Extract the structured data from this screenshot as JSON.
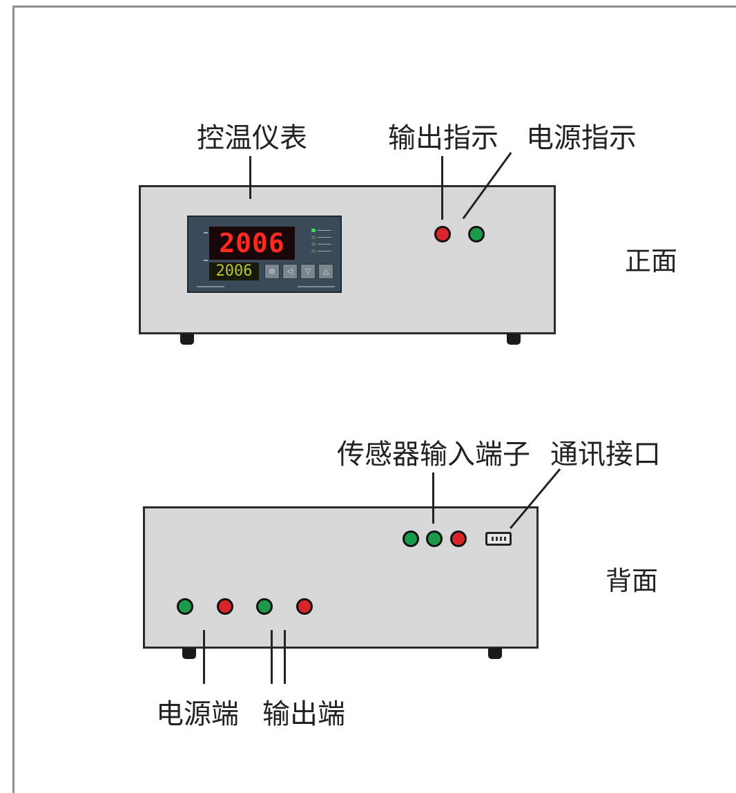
{
  "front": {
    "meter_label": "控温仪表",
    "output_indicator_label": "输出指示",
    "power_indicator_label": "电源指示",
    "side_label": "正面",
    "pv_value": "2006",
    "sv_value": "2006"
  },
  "back": {
    "sensor_input_label": "传感器输入端子",
    "comm_port_label": "通讯接口",
    "side_label": "背面",
    "power_terminal_label": "电源端",
    "output_terminal_label": "输出端"
  },
  "colors": {
    "panel": "#d7d7d7",
    "led_red": "#d8242b",
    "led_green": "#1c9a4a",
    "pv_digits": "#ff2a22",
    "sv_digits": "#b9c43a"
  }
}
